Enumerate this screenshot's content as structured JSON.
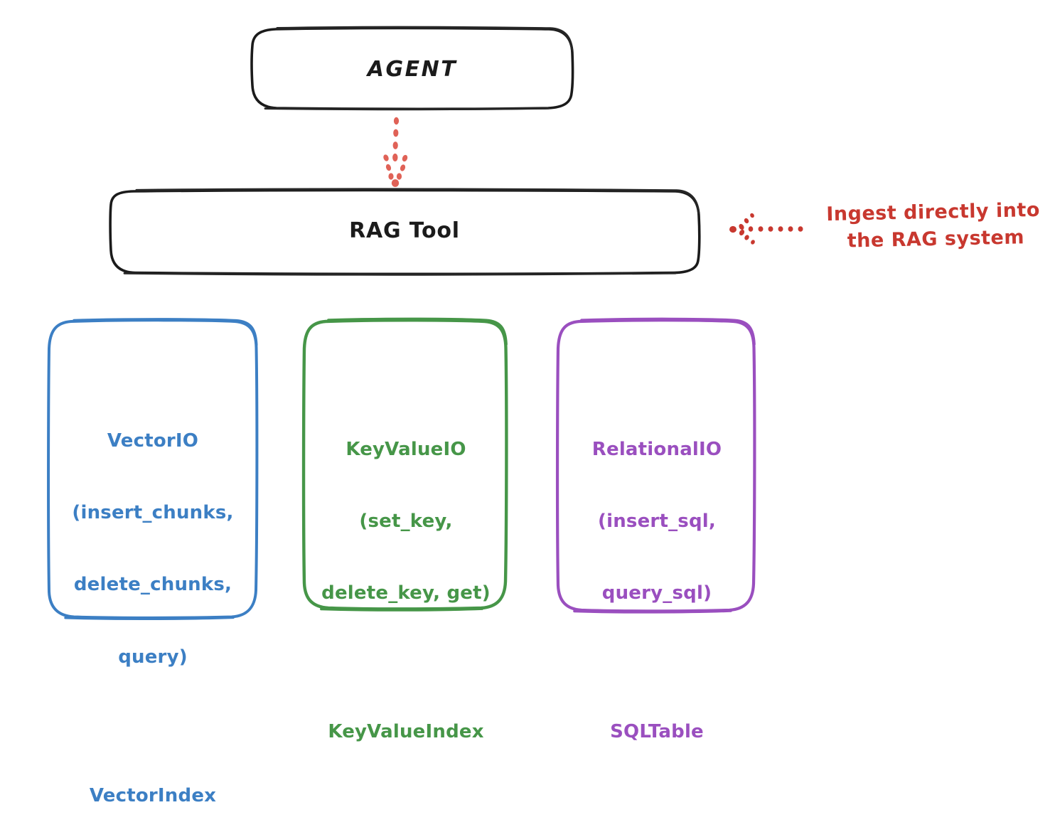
{
  "diagram": {
    "title_node": {
      "label": "AGENT"
    },
    "tool_node": {
      "label": "RAG Tool"
    },
    "annotation": {
      "line1": "Ingest directly into",
      "line2": "the RAG system",
      "color": "#c8382f",
      "arrow_icon": "dotted-arrow-left-icon"
    },
    "flow_arrow": {
      "icon": "dotted-arrow-down-icon",
      "color": "#e06257",
      "from": "AGENT",
      "to": "RAG Tool"
    },
    "stores": [
      {
        "id": "vector",
        "color": "#3c7fc4",
        "interface": "VectorIO",
        "methods_lines": [
          "(insert_chunks,",
          "delete_chunks,",
          "query)"
        ],
        "index": "VectorIndex"
      },
      {
        "id": "keyvalue",
        "color": "#469648",
        "interface": "KeyValueIO",
        "methods_lines": [
          "(set_key,",
          "delete_key, get)"
        ],
        "index": "KeyValueIndex"
      },
      {
        "id": "relational",
        "color": "#9a4fbf",
        "interface": "RelationalIO",
        "methods_lines": [
          "(insert_sql,",
          "query_sql)"
        ],
        "index": "SQLTable"
      }
    ],
    "stroke_colors": {
      "box_outline": "#1b1b1b",
      "background": "#ffffff"
    }
  }
}
